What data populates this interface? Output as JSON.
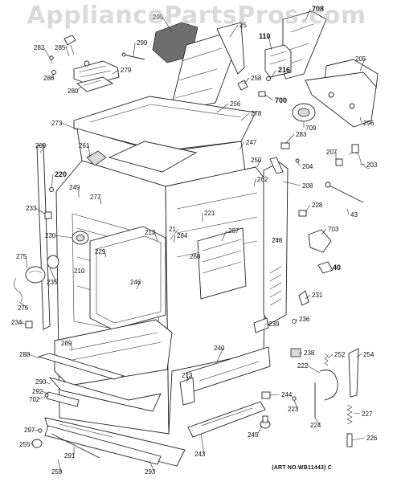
{
  "watermark": "AppliancePartsPros.com",
  "art_number": "(ART NO.WB11443) C",
  "callouts": [
    {
      "id": "c295",
      "label": "295"
    },
    {
      "id": "c25",
      "label": "25"
    },
    {
      "id": "c708",
      "label": "708"
    },
    {
      "id": "c110",
      "label": "110"
    },
    {
      "id": "c282",
      "label": "282"
    },
    {
      "id": "c285",
      "label": "285"
    },
    {
      "id": "c299",
      "label": "299"
    },
    {
      "id": "c279",
      "label": "279"
    },
    {
      "id": "c286",
      "label": "286"
    },
    {
      "id": "c280",
      "label": "280"
    },
    {
      "id": "c216",
      "label": "216"
    },
    {
      "id": "c258",
      "label": "258"
    },
    {
      "id": "c700",
      "label": "700"
    },
    {
      "id": "c205",
      "label": "205"
    },
    {
      "id": "c256",
      "label": "256"
    },
    {
      "id": "c278",
      "label": "278"
    },
    {
      "id": "c273",
      "label": "273"
    },
    {
      "id": "c709",
      "label": "709"
    },
    {
      "id": "c296",
      "label": "296"
    },
    {
      "id": "c261",
      "label": "261"
    },
    {
      "id": "c247",
      "label": "247"
    },
    {
      "id": "c283",
      "label": "283"
    },
    {
      "id": "c209",
      "label": "209"
    },
    {
      "id": "c204",
      "label": "204"
    },
    {
      "id": "c207",
      "label": "207"
    },
    {
      "id": "c203",
      "label": "203"
    },
    {
      "id": "c250",
      "label": "250"
    },
    {
      "id": "c262",
      "label": "262"
    },
    {
      "id": "c220",
      "label": "220"
    },
    {
      "id": "c208",
      "label": "208"
    },
    {
      "id": "c249",
      "label": "249"
    },
    {
      "id": "c277",
      "label": "277"
    },
    {
      "id": "c233",
      "label": "233"
    },
    {
      "id": "c228",
      "label": "228"
    },
    {
      "id": "c221",
      "label": "221"
    },
    {
      "id": "c43",
      "label": "43"
    },
    {
      "id": "c212",
      "label": "212"
    },
    {
      "id": "c21",
      "label": "21"
    },
    {
      "id": "c284",
      "label": "284"
    },
    {
      "id": "c287",
      "label": "287"
    },
    {
      "id": "c230",
      "label": "230"
    },
    {
      "id": "c703",
      "label": "703"
    },
    {
      "id": "c248",
      "label": "248"
    },
    {
      "id": "c229",
      "label": "229"
    },
    {
      "id": "c275",
      "label": "275"
    },
    {
      "id": "c260",
      "label": "260"
    },
    {
      "id": "c40",
      "label": "40"
    },
    {
      "id": "c210",
      "label": "210"
    },
    {
      "id": "c246",
      "label": "246"
    },
    {
      "id": "c235",
      "label": "235"
    },
    {
      "id": "c276",
      "label": "276"
    },
    {
      "id": "c231",
      "label": "231"
    },
    {
      "id": "c234",
      "label": "234"
    },
    {
      "id": "c236",
      "label": "236"
    },
    {
      "id": "c239",
      "label": "239"
    },
    {
      "id": "c289",
      "label": "289"
    },
    {
      "id": "c238",
      "label": "238"
    },
    {
      "id": "c288",
      "label": "288"
    },
    {
      "id": "c240",
      "label": "240"
    },
    {
      "id": "c252",
      "label": "252"
    },
    {
      "id": "c254",
      "label": "254"
    },
    {
      "id": "c222",
      "label": "222"
    },
    {
      "id": "c290",
      "label": "290"
    },
    {
      "id": "c213",
      "label": "213"
    },
    {
      "id": "c292",
      "label": "292"
    },
    {
      "id": "c702",
      "label": "702"
    },
    {
      "id": "c244",
      "label": "244"
    },
    {
      "id": "c223",
      "label": "223"
    },
    {
      "id": "c224",
      "label": "224"
    },
    {
      "id": "c227",
      "label": "227"
    },
    {
      "id": "c297",
      "label": "297"
    },
    {
      "id": "c255",
      "label": "255"
    },
    {
      "id": "c245",
      "label": "245"
    },
    {
      "id": "c226",
      "label": "226"
    },
    {
      "id": "c291",
      "label": "291"
    },
    {
      "id": "c243",
      "label": "243"
    },
    {
      "id": "c259",
      "label": "259"
    },
    {
      "id": "c293",
      "label": "293"
    }
  ]
}
